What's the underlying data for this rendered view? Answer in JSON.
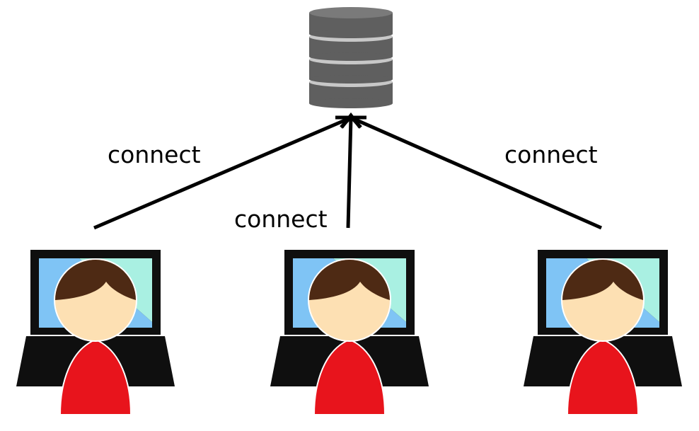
{
  "connections": [
    {
      "label": "connect"
    },
    {
      "label": "connect"
    },
    {
      "label": "connect"
    }
  ],
  "colors": {
    "database_body": "#5f5f5f",
    "database_band": "#c8c8c8",
    "arrow": "#000000",
    "laptop": "#0f0f0f",
    "screen_left": "#7fc4f5",
    "screen_right": "#a9f0e2",
    "person_hair": "#4e2a14",
    "person_face": "#fde0b3",
    "person_body": "#e8141c"
  },
  "icons": {
    "server": "database-icon",
    "client": "person-at-laptop-icon"
  }
}
